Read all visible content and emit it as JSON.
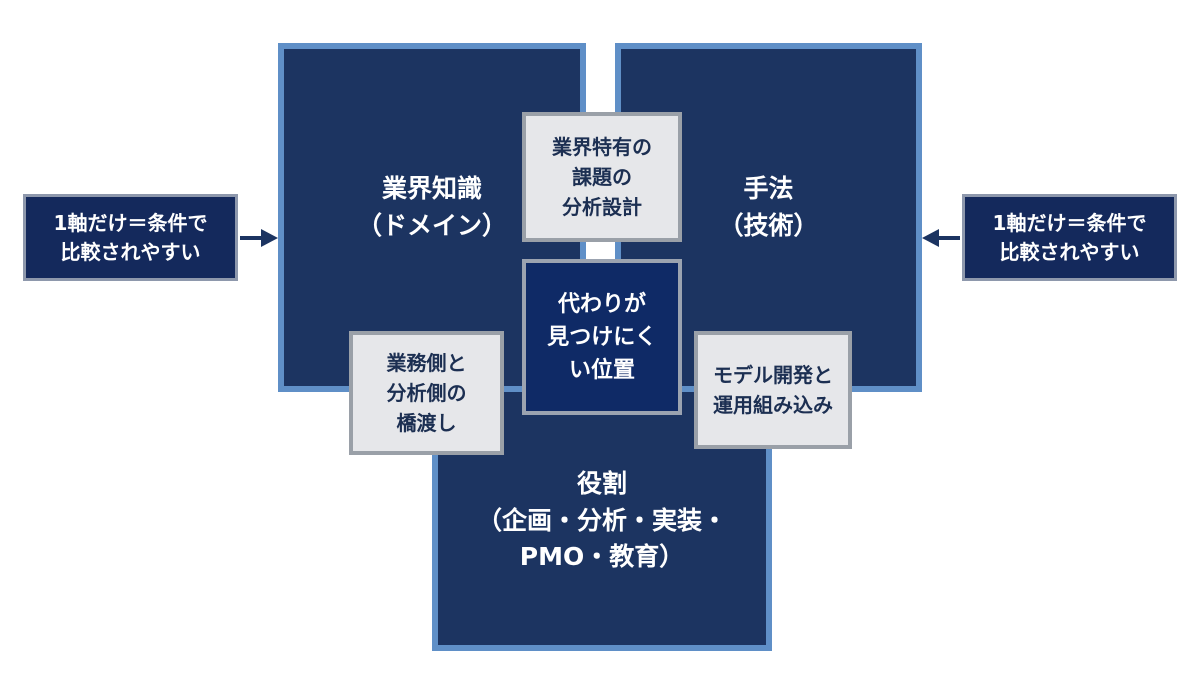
{
  "domain_box": {
    "label": "業界知識\n（ドメイン）"
  },
  "technique_box": {
    "label": "手法\n（技術）"
  },
  "role_box": {
    "label": "役割\n（企画・分析・実装・\nPMO・教育）"
  },
  "overlap_domain_technique": {
    "label": "業界特有の\n課題の\n分析設計"
  },
  "overlap_domain_role": {
    "label": "業務側と\n分析側の\n橋渡し"
  },
  "overlap_technique_role": {
    "label": "モデル開発と\n運用組み込み"
  },
  "center_box": {
    "label": "代わりが\n見つけにく\nい位置"
  },
  "left_note": {
    "label": "1軸だけ＝条件で\n比較されやすい"
  },
  "right_note": {
    "label": "1軸だけ＝条件で\n比較されやすい"
  },
  "colors": {
    "navy": "#1c3461",
    "border_blue": "#5f8fc7",
    "gray_box": "#e6e7ea",
    "center_navy": "#0f2a66"
  }
}
